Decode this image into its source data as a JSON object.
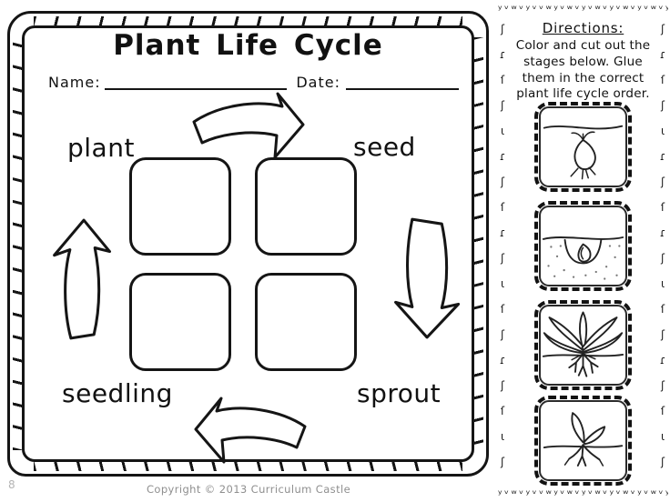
{
  "colors": {
    "ink": "#151515",
    "muted": "#8f8f8f",
    "paper": "#ffffff"
  },
  "page": {
    "page_number": "8",
    "copyright": "Copyright © 2013 Curriculum Castle"
  },
  "worksheet": {
    "title": "Plant Life Cycle",
    "name_label": "Name:",
    "date_label": "Date:",
    "cycle": {
      "stages": [
        {
          "label": "plant",
          "position": "top-left"
        },
        {
          "label": "seed",
          "position": "top-right"
        },
        {
          "label": "sprout",
          "position": "bottom-right"
        },
        {
          "label": "seedling",
          "position": "bottom-left"
        }
      ],
      "arrows": [
        "plant-to-seed-arrow",
        "seed-to-sprout-arrow",
        "sprout-to-seedling-arrow",
        "seedling-to-plant-arrow"
      ],
      "empty_boxes_count": "4"
    }
  },
  "sidebar": {
    "directions_title": "Directions:",
    "directions_lines": [
      "Color and cut out the",
      "stages below.  Glue",
      "them in the correct",
      "plant  life cycle order."
    ],
    "stage_cards": [
      {
        "icon": "germinating-seed-illustration"
      },
      {
        "icon": "buried-seed-illustration"
      },
      {
        "icon": "mature-plant-illustration"
      },
      {
        "icon": "seedling-illustration"
      }
    ]
  },
  "decor": {
    "stitch_row": "ʸᵛʷᵛʸᵛᵛʷʸᵛʷᵛʸᵛʷᵛʸᵛʷᵛʸᵛʷᵛʸᵛ",
    "stitch_column": "ʃ\nɾ\nſ\nʃ\nɩ\nɾ\nʃ\nſ\nɾ\nʃ\nɩ\nſ\nʃ\nɾ\nʃ\nſ\nɩ\nʃ"
  }
}
